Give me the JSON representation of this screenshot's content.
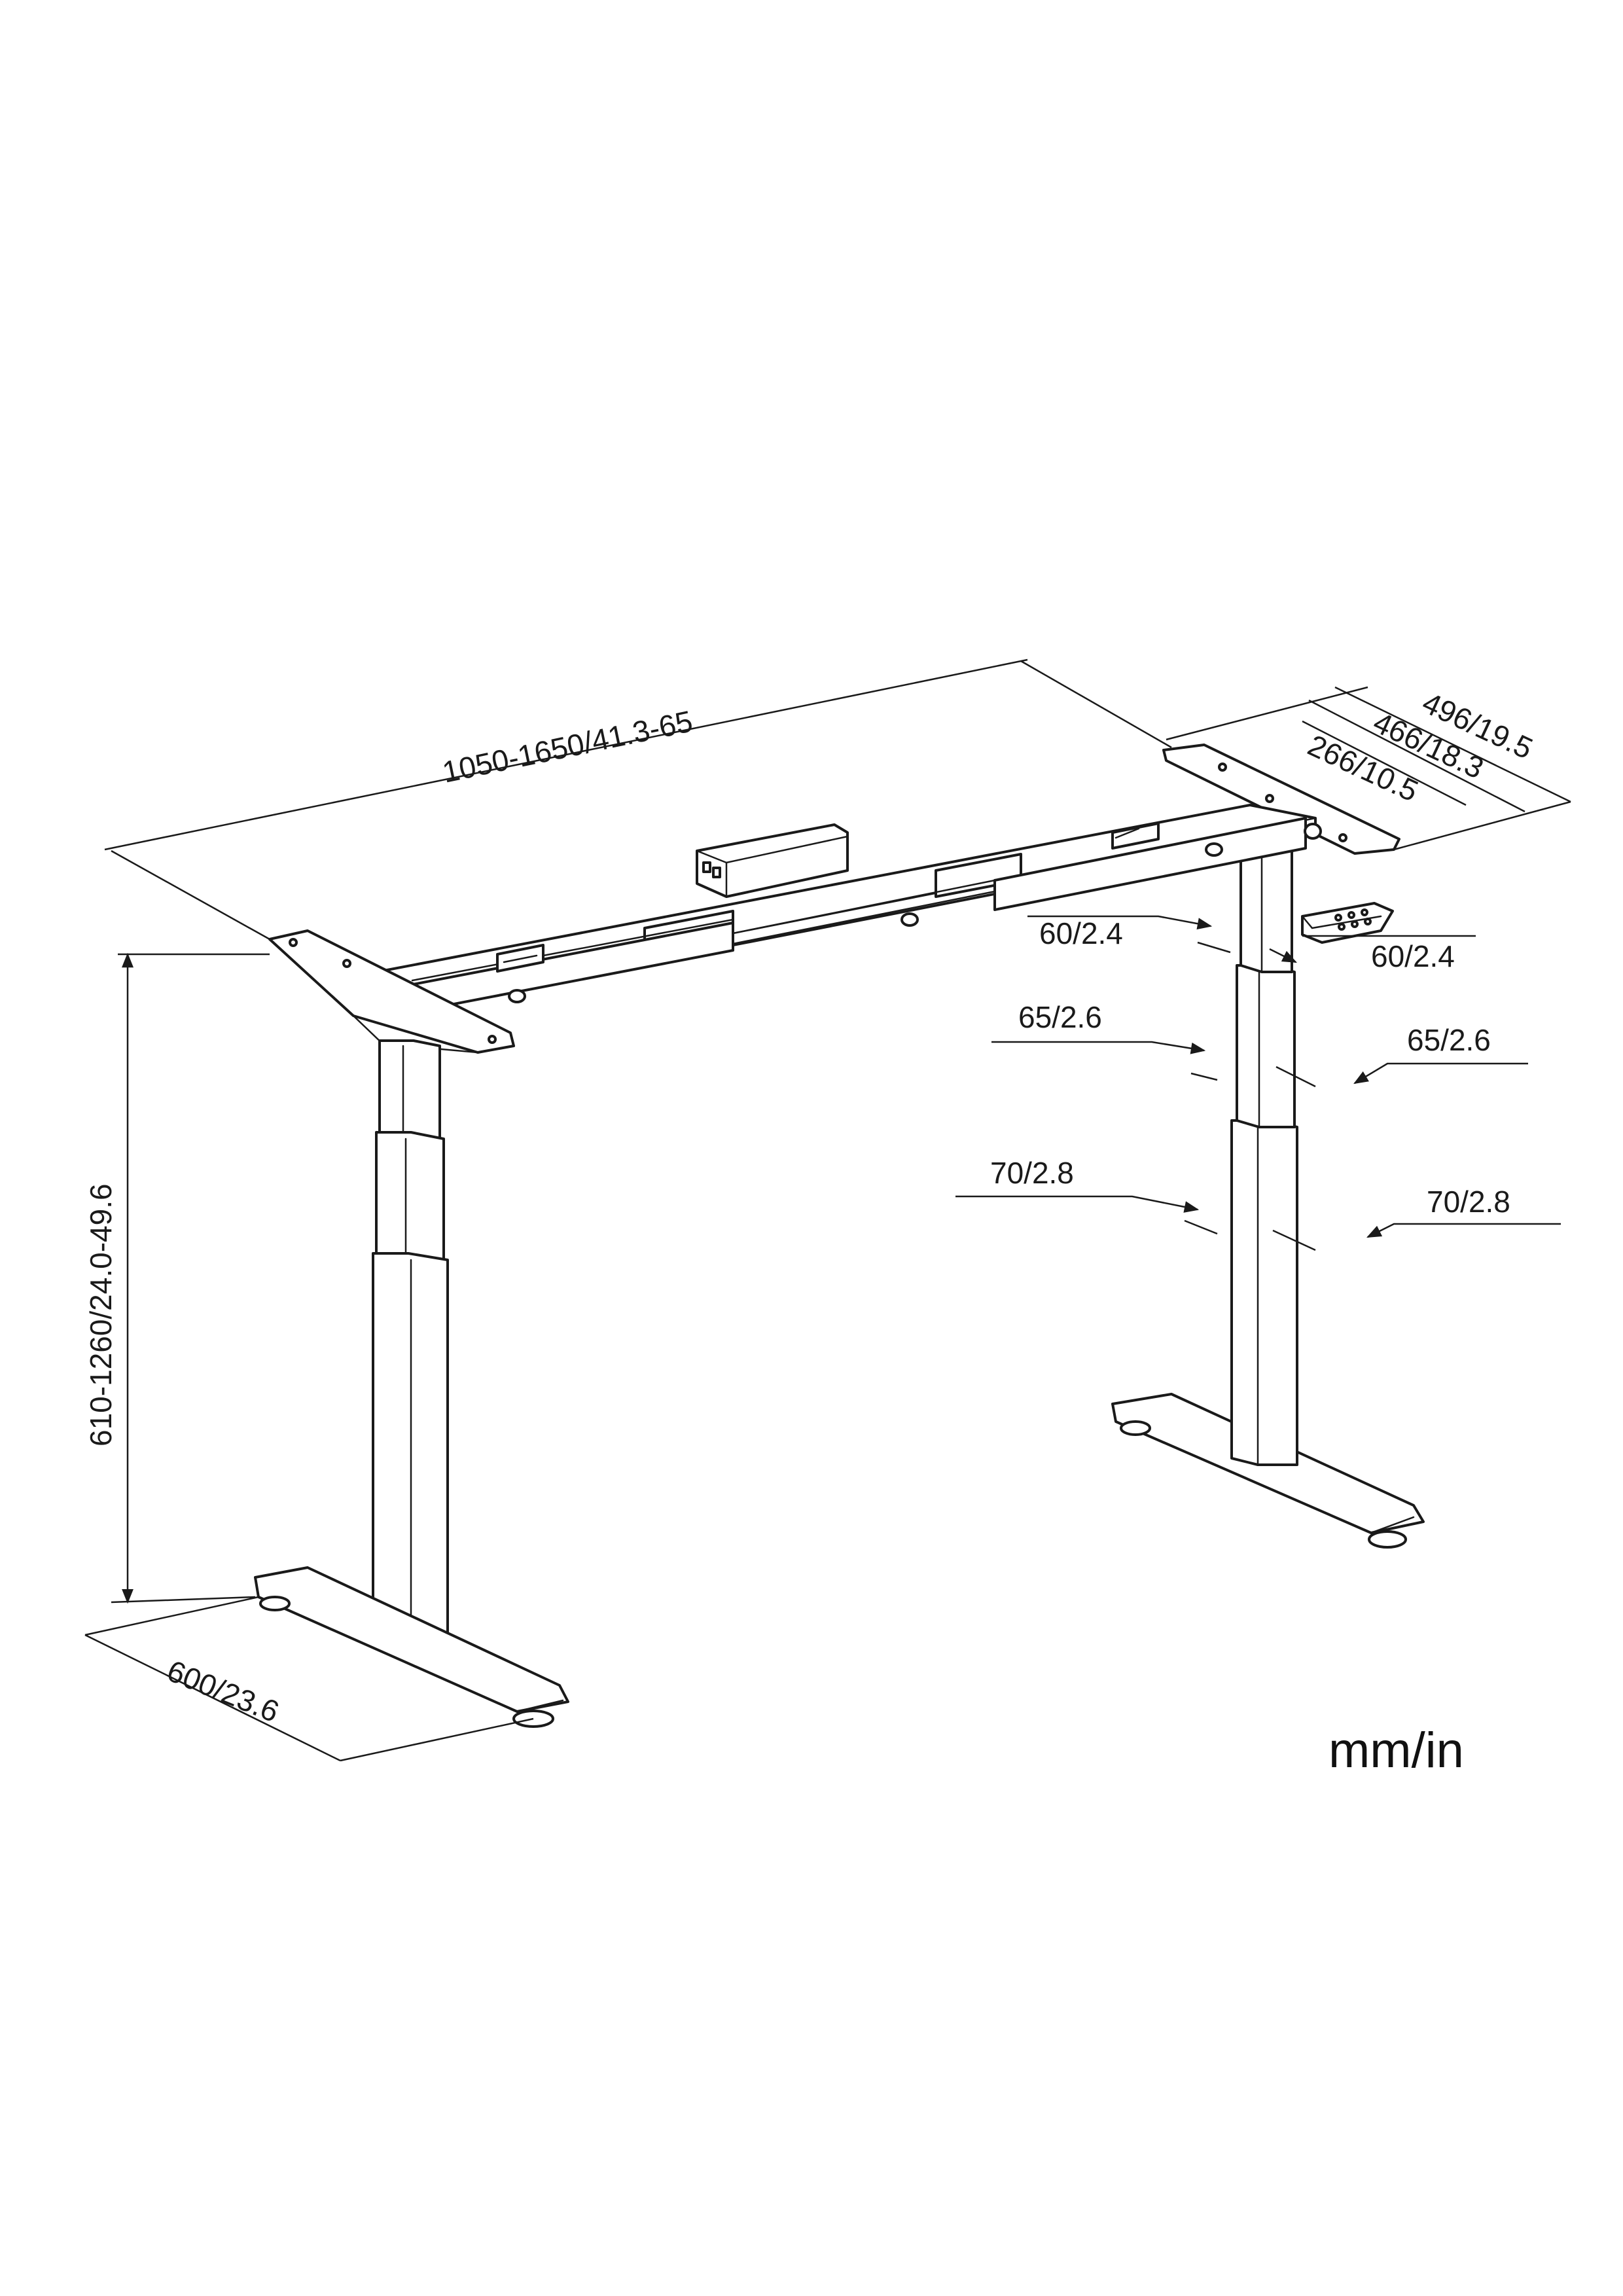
{
  "dimensions": {
    "width_range": "1050-1650/41.3-65",
    "depth_outer": "496/19.5",
    "depth_mid": "466/18.3",
    "depth_inner": "266/10.5",
    "height_range": "610-1260/24.0-49.6",
    "foot_length": "600/23.6",
    "col_top_front": "60/2.4",
    "col_top_side": "60/2.4",
    "col_mid_front": "65/2.6",
    "col_mid_side": "65/2.6",
    "col_bot_front": "70/2.8",
    "col_bot_side": "70/2.8"
  },
  "units_label": "mm/in",
  "colors": {
    "line": "#1a1a1a",
    "background": "#ffffff"
  }
}
